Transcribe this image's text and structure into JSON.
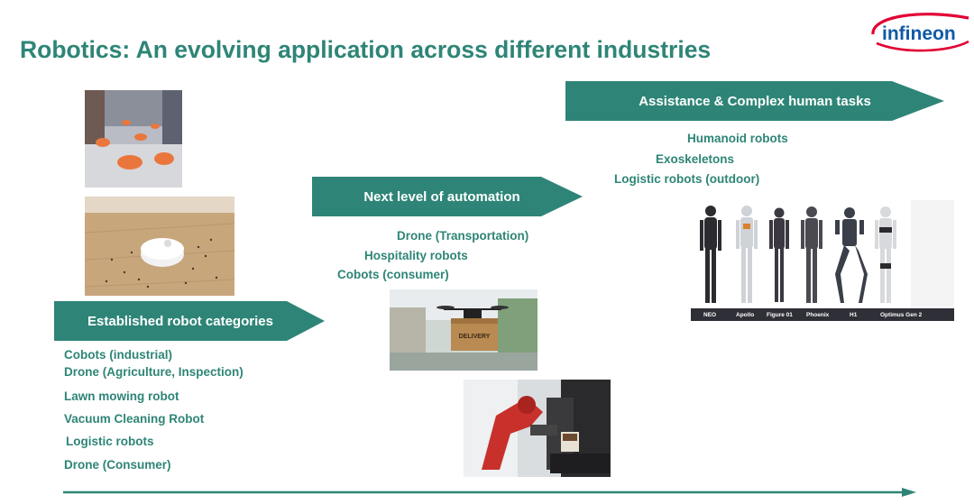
{
  "title": "Robotics: An evolving application across different industries",
  "logo": {
    "text": "infineon",
    "color": "#0f5aa6",
    "swoosh_color": "#e30034"
  },
  "colors": {
    "accent": "#2e8577",
    "arrow_fill": "#2e8577"
  },
  "stages": [
    {
      "heading": "Established robot categories",
      "items": [
        "Cobots (industrial)",
        "Drone (Agriculture, Inspection)",
        "Lawn mowing robot",
        "Vacuum Cleaning Robot",
        "Logistic robots",
        "Drone (Consumer)"
      ]
    },
    {
      "heading": "Next level of automation",
      "items": [
        "Drone (Transportation)",
        "Hospitality robots",
        "Cobots (consumer)"
      ]
    },
    {
      "heading": "Assistance & Complex human tasks",
      "items": [
        "Humanoid robots",
        "Exoskeletons",
        "Logistic robots (outdoor)"
      ]
    }
  ],
  "images": {
    "warehouse": "warehouse-logistic-robots-photo",
    "vacuum": "vacuum-cleaning-robot-photo",
    "drone": "delivery-drone-photo",
    "barista": "coffee-cobot-photo",
    "humanoids": "humanoid-robots-lineup-photo"
  },
  "drone_box_label": "DELIVERY",
  "humanoid_names": [
    "NEO",
    "Apollo",
    "Figure 01",
    "Phoenix",
    "H1",
    "Optimus Gen 2"
  ]
}
